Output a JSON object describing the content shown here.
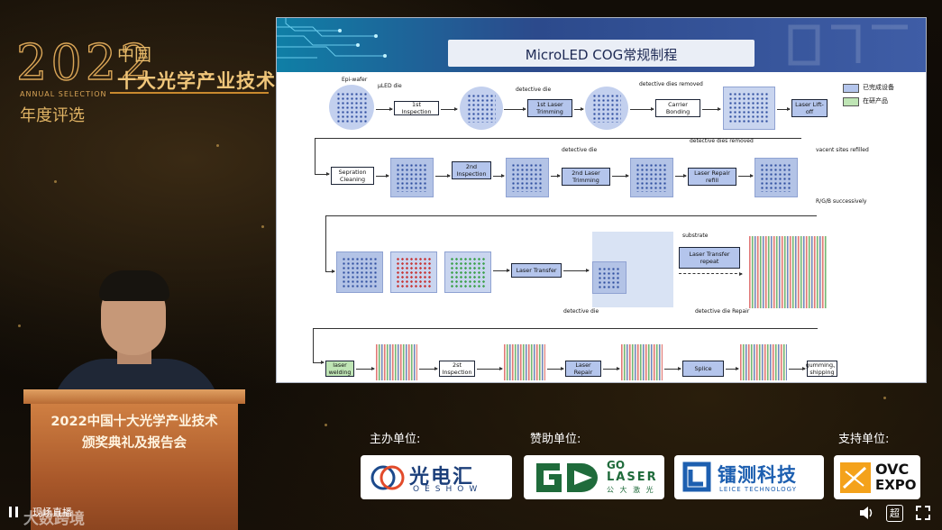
{
  "award": {
    "year": "2022",
    "china": "中国",
    "title": "十大光学产业技术",
    "annual": "ANNUAL SELECTION",
    "subtitle": "年度评选"
  },
  "slide": {
    "title": "MicroLED COG常规制程",
    "legend": [
      {
        "label": "已完成设备",
        "color": "#b4c5ec"
      },
      {
        "label": "在研产品",
        "color": "#bfe5b5"
      }
    ],
    "row1": {
      "epi_label": "Epi-wafer",
      "uled_label": "μLED die",
      "step1": "1st Inspection",
      "defect1": "detective die",
      "step2": "1st Laser Trimming",
      "defect2": "detective dies removed",
      "step3": "Carrier Bonding",
      "step4": "Laser Lift-off"
    },
    "row2": {
      "step1": "Sepration Cleaning",
      "step2": "2nd Inspection",
      "defect1": "detective die",
      "step3": "2nd Laser Trimming",
      "defect2": "detective dies removed",
      "step4": "Laser Repair refill",
      "vacant": "vacent sites refilled",
      "rgb_note": "R/G/B successively"
    },
    "row3": {
      "step1": "Laser Transfer",
      "substrate": "substrate",
      "step2": "Laser Transfer repeat"
    },
    "row4": {
      "defect1": "detective die",
      "defect2": "detective die Repair",
      "step1": "laser welding",
      "step2": "2st Inspection",
      "step3": "Laser Repair",
      "step4": "Splice",
      "step5": "gumming、shipping"
    }
  },
  "podium": {
    "line1": "2022中国十大光学产业技术",
    "line2": "颁奖典礼及报告会"
  },
  "sponsors": {
    "host_label": "主办单位:",
    "sponsor_label": "赞助单位:",
    "support_label": "支持单位:",
    "oeshow_cn": "光电汇",
    "oeshow_en": "OESHOW",
    "golaser_top": "GO",
    "golaser_mid": "LASER",
    "golaser_cn": "公 大 激 光",
    "leice_cn": "镭测科技",
    "leice_en": "LEICE TECHNOLOGY",
    "ovc_top": "OVC",
    "ovc_bottom": "EXPO"
  },
  "footer": {
    "live_label": "现场直播",
    "watermark": "大数跨境"
  },
  "controls": {
    "pause_icon": "pause-icon",
    "volume_icon": "volume-icon",
    "quality_label": "超",
    "fullscreen_icon": "fullscreen-icon"
  }
}
